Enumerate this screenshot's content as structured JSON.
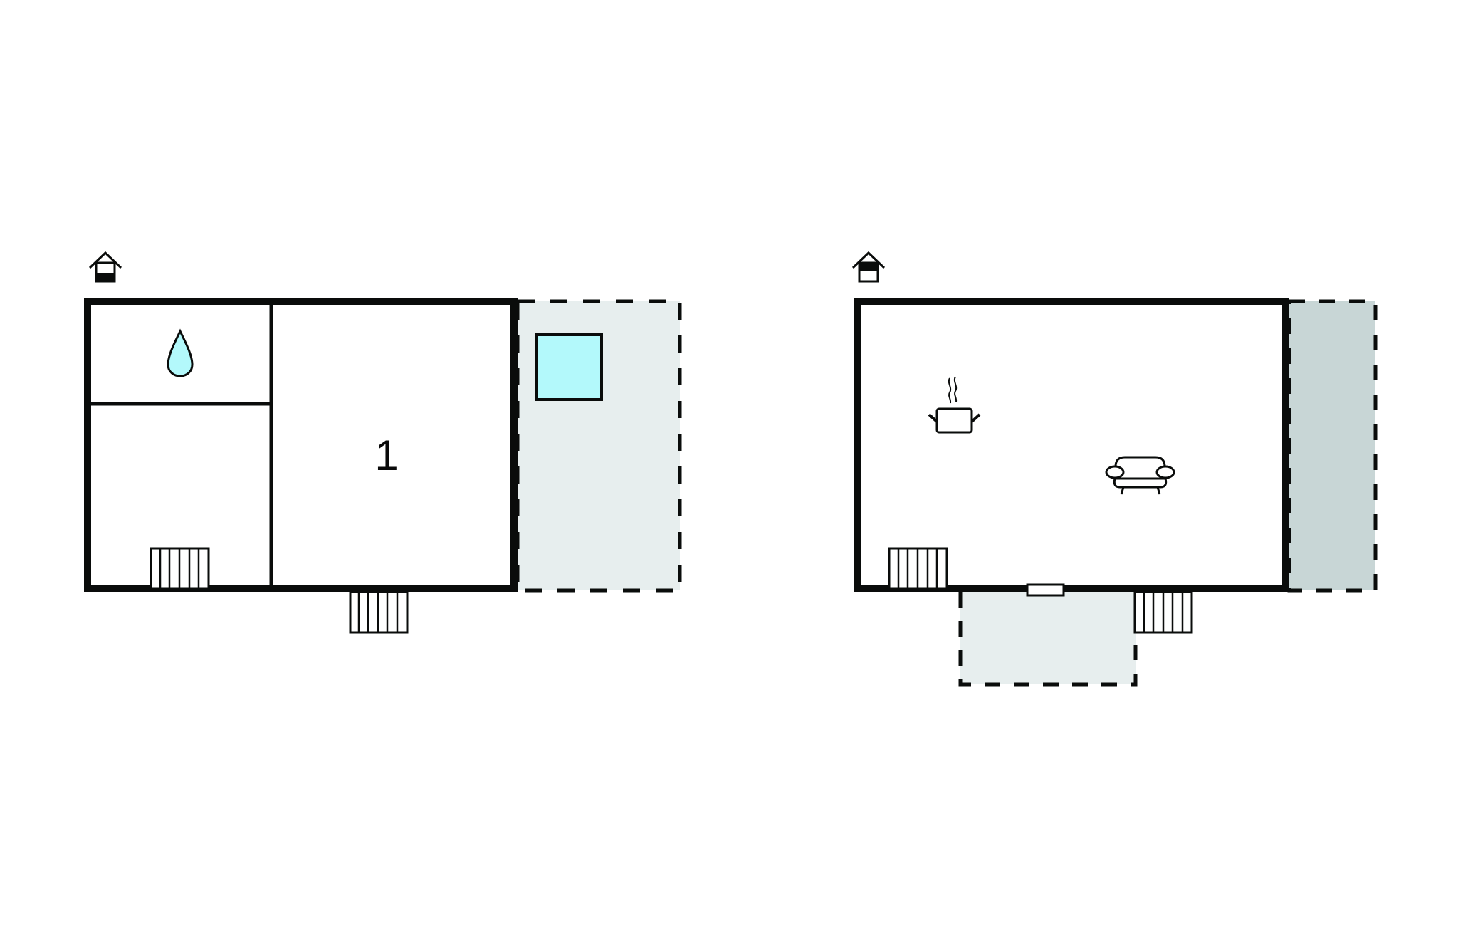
{
  "diagram": {
    "type": "floor_plan",
    "colors": {
      "wall": "#0a0c0b",
      "background": "#ffffff",
      "terrace_light": "#e7eeee",
      "terrace_dark": "#c8d6d6",
      "water": "#b3f9fb"
    },
    "floors": [
      {
        "name": "lower-floor",
        "level_icon": "house-lower-level-icon",
        "rooms": [
          {
            "name": "bathroom",
            "icon": "water-drop-icon"
          },
          {
            "name": "hallway",
            "icon": "staircase-icon"
          },
          {
            "name": "bedroom",
            "label": "1"
          }
        ],
        "outdoor": [
          {
            "name": "terrace",
            "style": "dashed",
            "fill": "terrace_light",
            "icon": "pool-icon"
          },
          {
            "name": "entrance-stairs",
            "icon": "staircase-icon"
          }
        ]
      },
      {
        "name": "upper-floor",
        "level_icon": "house-upper-level-icon",
        "rooms": [
          {
            "name": "living-kitchen",
            "icons": [
              "cooking-pot-icon",
              "sofa-icon",
              "staircase-icon"
            ]
          }
        ],
        "outdoor": [
          {
            "name": "side-terrace",
            "style": "dashed",
            "fill": "terrace_dark"
          },
          {
            "name": "front-terrace",
            "style": "dashed",
            "fill": "terrace_light"
          },
          {
            "name": "window",
            "icon": "window-icon"
          },
          {
            "name": "entrance-stairs",
            "icon": "staircase-icon"
          }
        ]
      }
    ],
    "labels": {
      "bedroom_number": "1"
    }
  }
}
